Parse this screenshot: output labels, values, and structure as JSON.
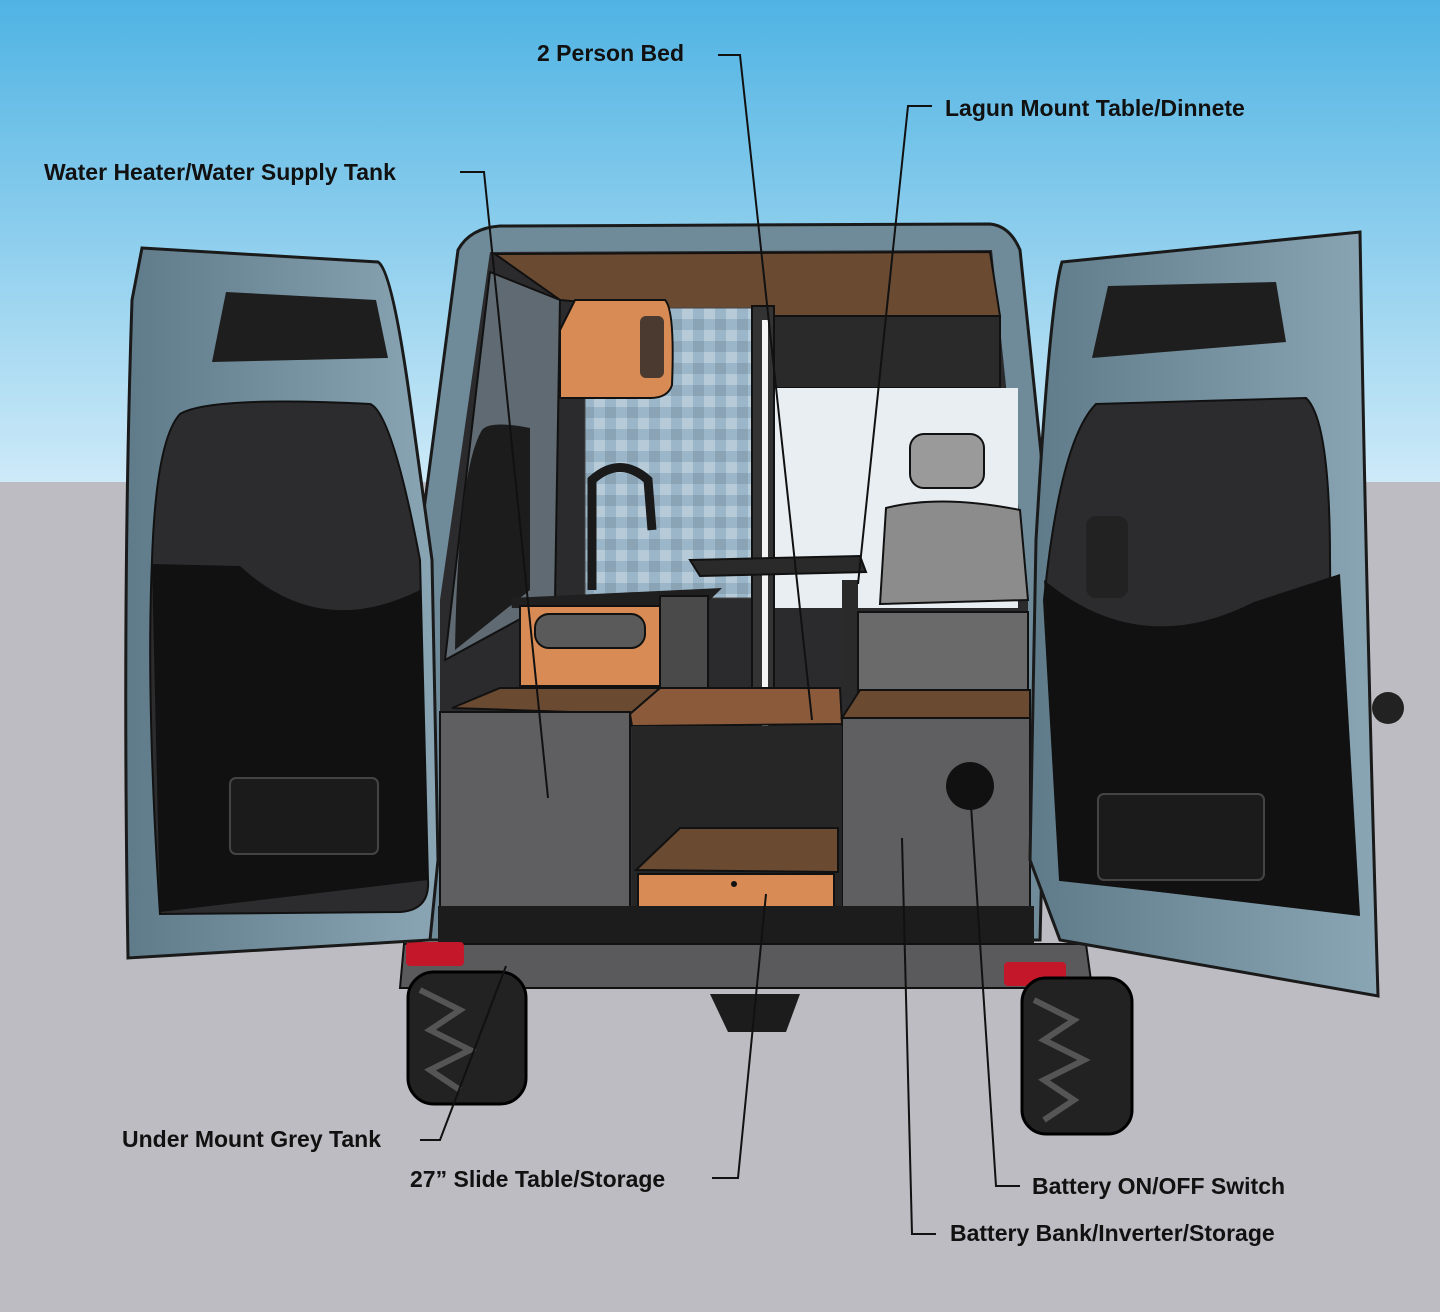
{
  "labels": {
    "bed": "2  Person Bed",
    "table": "Lagun Mount Table/Dinnete",
    "water": "Water Heater/Water Supply Tank",
    "grey_tank": "Under Mount Grey Tank",
    "slide_table": "27” Slide Table/Storage",
    "battery_switch": "Battery ON/OFF Switch",
    "battery_bank": "Battery Bank/Inverter/Storage"
  },
  "colors": {
    "sky_top": "#4fb3e3",
    "sky_bottom": "#cfeaf8",
    "ground": "#bcbcc2",
    "van_body": "#6f8b99",
    "cabinet_grey": "#5f5f61",
    "wood": "#d88b54",
    "dark_wood": "#6b4a32",
    "leader_line": "#111111"
  }
}
